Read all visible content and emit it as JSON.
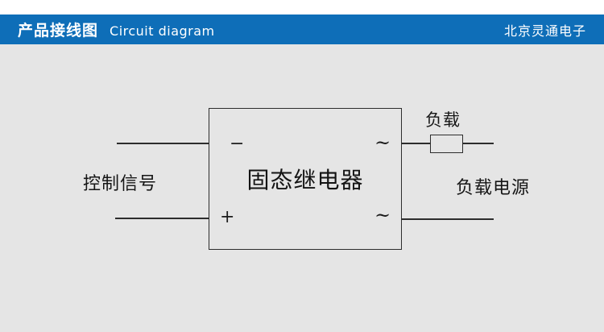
{
  "header": {
    "title_zh": "产品接线图",
    "title_en": "Circuit diagram",
    "company": "北京灵通电子",
    "bar_color": "#0e6eb8",
    "text_color": "#ffffff"
  },
  "diagram": {
    "relay_label": "固态继电器",
    "left_label": "控制信号",
    "load_label": "负载",
    "right_label": "负载电源",
    "terminals": {
      "minus": "−",
      "plus": "+",
      "ac_top": "~",
      "ac_bottom": "~"
    },
    "background_color": "#e5e5e5",
    "line_color": "#2d2d2d"
  }
}
